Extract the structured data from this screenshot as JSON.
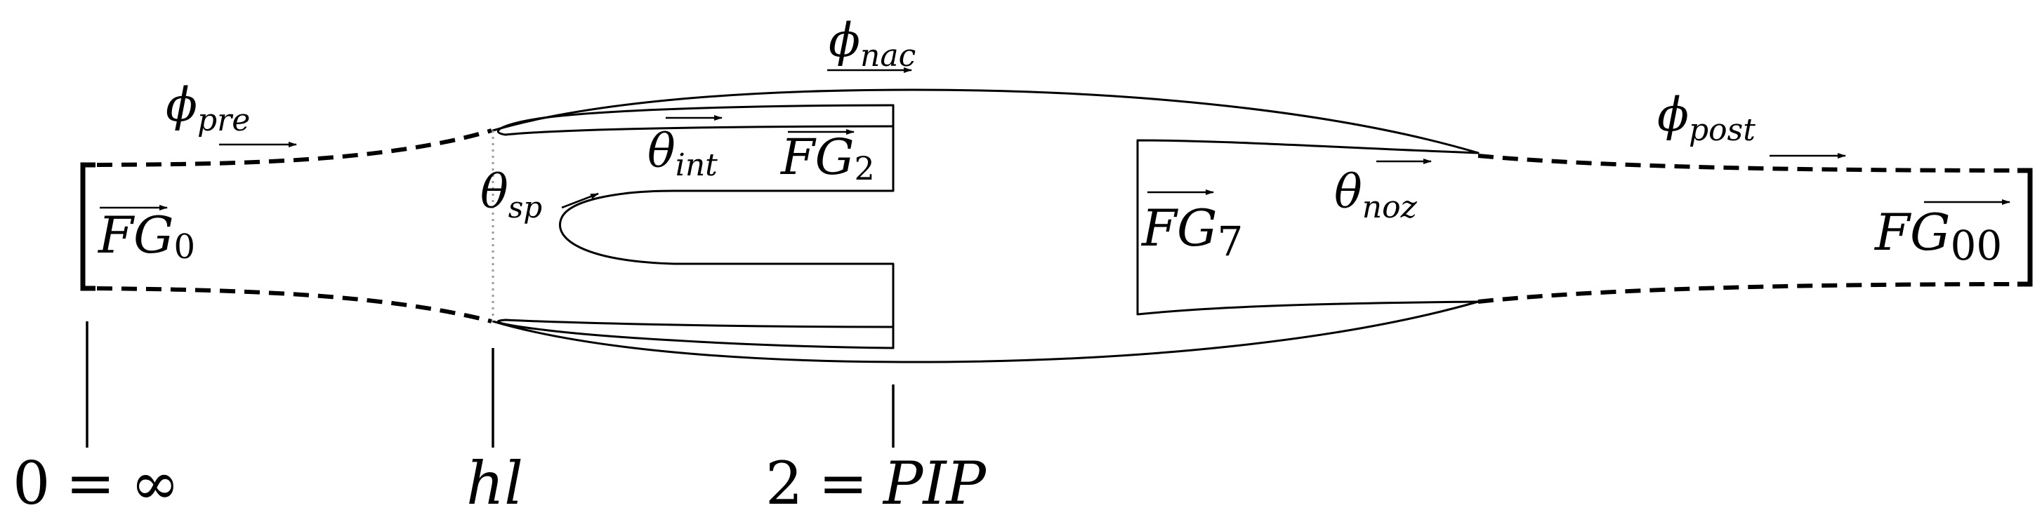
{
  "labels": {
    "phi_nac": {
      "main": "ϕ",
      "sub": "nac"
    },
    "phi_pre": {
      "main": "ϕ",
      "sub": "pre"
    },
    "phi_post": {
      "main": "ϕ",
      "sub": "post"
    },
    "theta_int": {
      "main": "θ",
      "sub": "int"
    },
    "theta_sp": {
      "main": "θ",
      "sub": "sp"
    },
    "theta_noz": {
      "main": "θ",
      "sub": "noz"
    },
    "fg_0": {
      "main": "FG",
      "sub": "0"
    },
    "fg_2": {
      "main": "FG",
      "sub": "2"
    },
    "fg_7": {
      "main": "FG",
      "sub": "7"
    },
    "fg_00": {
      "main": "FG",
      "sub": "00"
    }
  },
  "stations": {
    "s0": {
      "lhs": "0",
      "eq": "=",
      "rhs": "∞"
    },
    "hl": "hl",
    "s2": {
      "lhs": "2",
      "eq": "=",
      "rhs": "PIP"
    }
  }
}
